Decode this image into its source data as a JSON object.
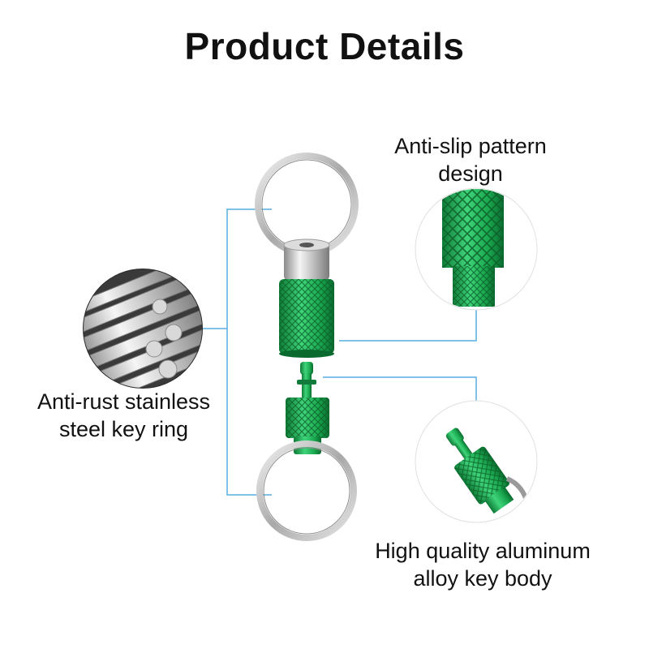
{
  "page": {
    "title": "Product Details"
  },
  "callouts": {
    "stainless_ring": {
      "line1": "Anti-rust stainless",
      "line2": "steel key ring",
      "icon": "steel-rods-closeup"
    },
    "anti_slip": {
      "line1": "Anti-slip pattern",
      "line2": "design",
      "icon": "knurled-pattern-closeup"
    },
    "aluminum_body": {
      "line1": "High quality aluminum",
      "line2": "alloy key body",
      "icon": "green-connector-closeup"
    }
  },
  "colors": {
    "accent_green": "#1aa84f",
    "leader_line": "#5aaee0",
    "metal": "#c8c8c8"
  }
}
